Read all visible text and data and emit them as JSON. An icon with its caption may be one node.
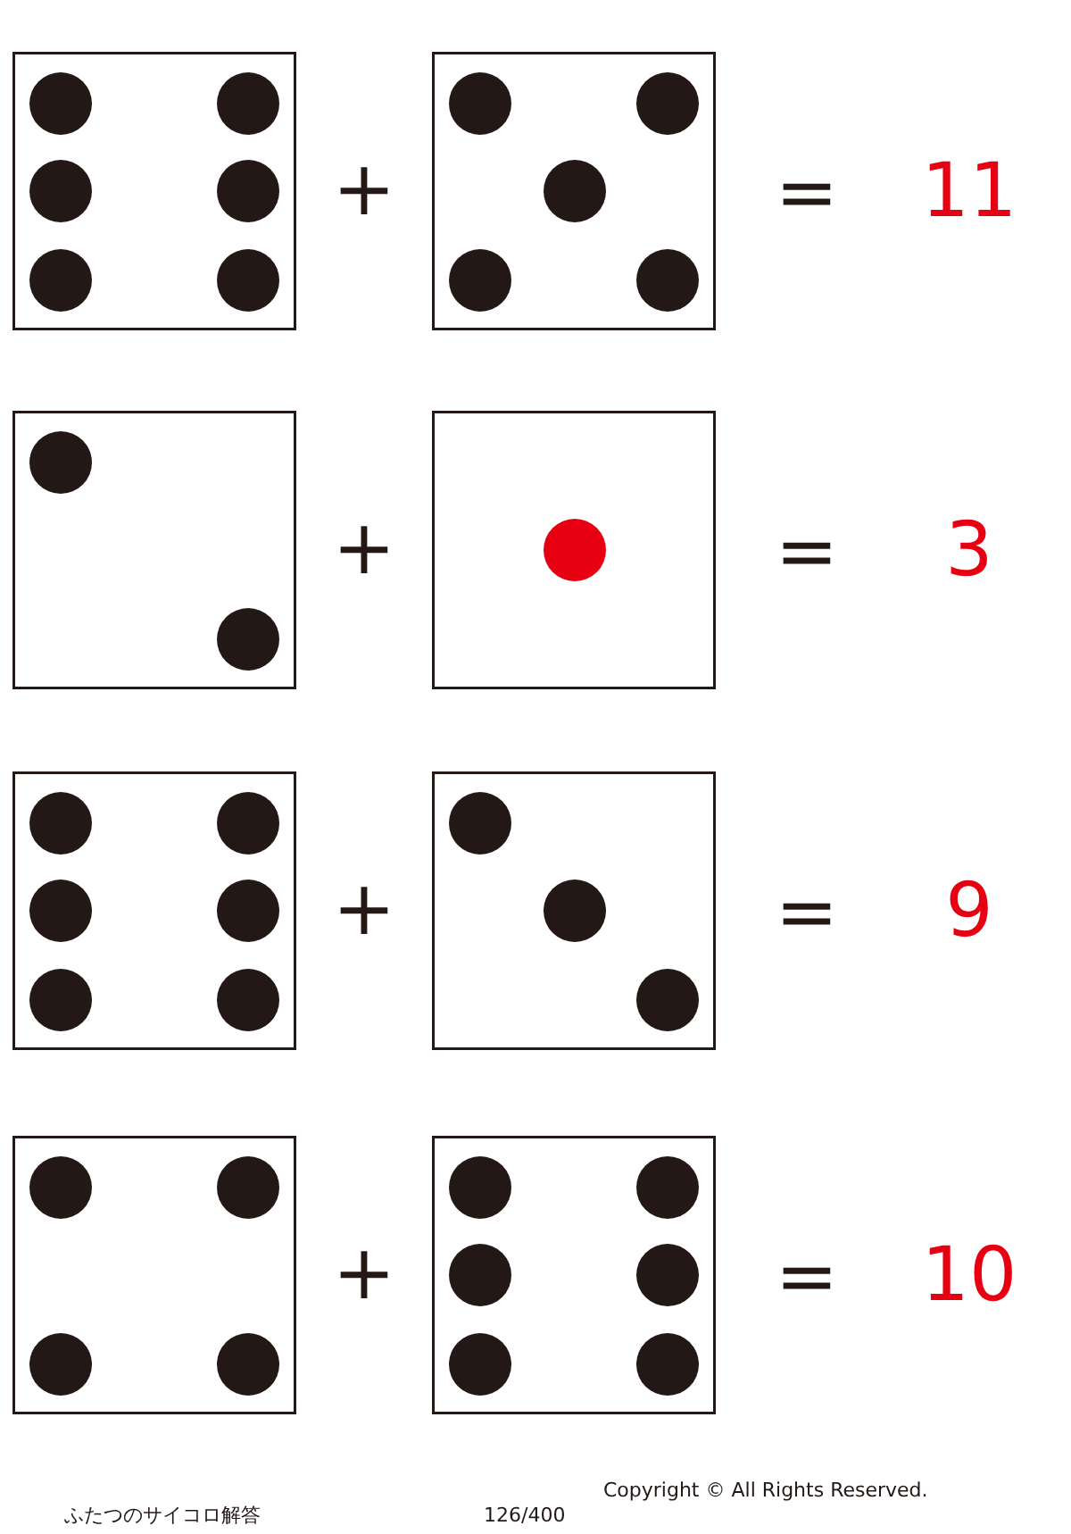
{
  "diagram": {
    "labels": [
      "+",
      "=",
      "11",
      "+",
      "=",
      "3",
      "+",
      "=",
      "9",
      "+",
      "=",
      "10",
      "Copyright © All Rights Reserved.",
      "ふたつのサイコロ解答",
      "126/400"
    ]
  }
}
